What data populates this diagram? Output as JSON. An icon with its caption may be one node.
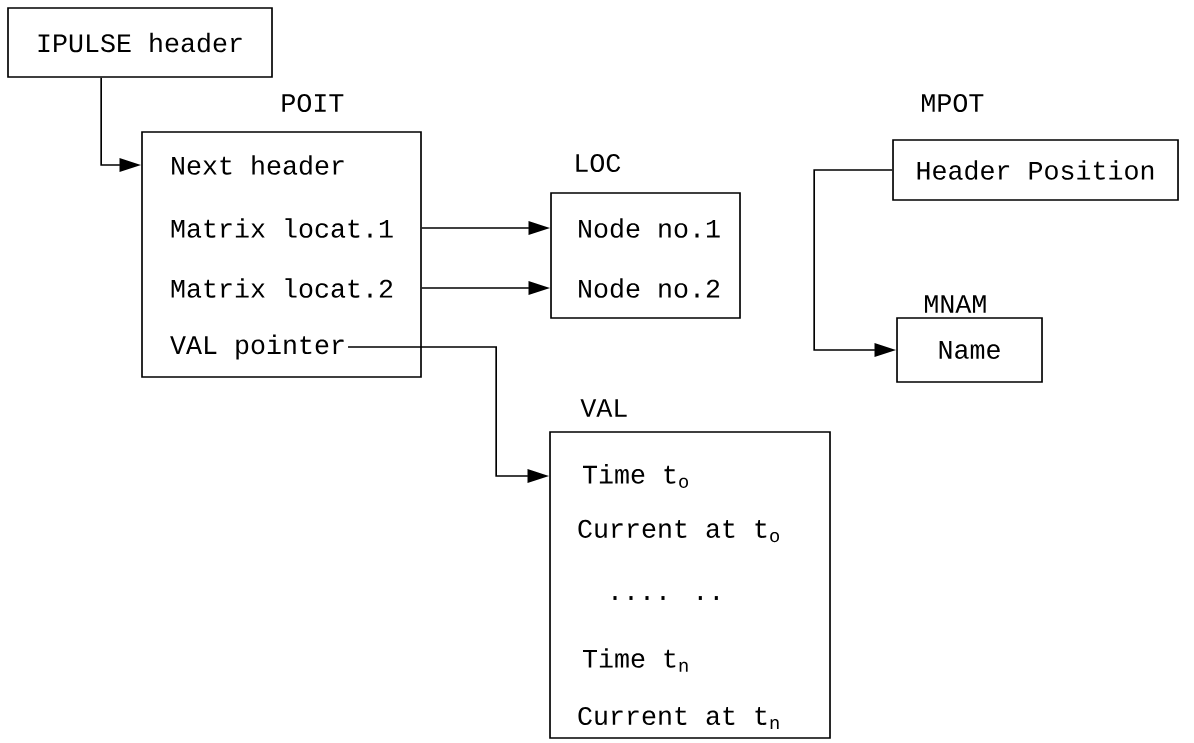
{
  "diagram": {
    "nodes": [
      {
        "text": [
          "IPULSE header"
        ]
      },
      {
        "text": [
          "POIT"
        ]
      },
      {
        "text": [
          "Next header"
        ],
        "in": 1
      },
      {
        "text": [
          "Matrix locat.1"
        ],
        "in": 1
      },
      {
        "text": [
          "Matrix locat.2"
        ],
        "in": 1
      },
      {
        "text": [
          "VAL pointer"
        ],
        "in": 1
      },
      {
        "text": [
          "LOC"
        ]
      },
      {
        "text": [
          "Node no.1"
        ],
        "in": 6
      },
      {
        "text": [
          "Node no.2"
        ],
        "in": 6
      },
      {
        "text": [
          "MPOT",
          "Header Position"
        ]
      },
      {
        "text": [
          "MNAM",
          "Name"
        ]
      },
      {
        "text": [
          "VAL"
        ]
      },
      {
        "text": [
          "Time t$_{o}$"
        ],
        "in": 11
      },
      {
        "text": [
          "Current at t$_{o}$"
        ],
        "in": 11
      },
      {
        "text": [
          ".... .."
        ],
        "in": 11
      },
      {
        "text": [
          "Time t$_{n}$"
        ],
        "in": 11
      },
      {
        "text": [
          "Current at t$_{n}$"
        ],
        "in": 11
      }
    ],
    "edges": [
      {
        "from": 0,
        "to": 2,
        "arrow": "to"
      },
      {
        "from": 3,
        "to": 7,
        "arrow": "to"
      },
      {
        "from": 4,
        "to": 8,
        "arrow": "to"
      },
      {
        "from": 5,
        "to": 12,
        "arrow": "to"
      },
      {
        "from": 9,
        "to": 10,
        "arrow": "to"
      }
    ]
  }
}
